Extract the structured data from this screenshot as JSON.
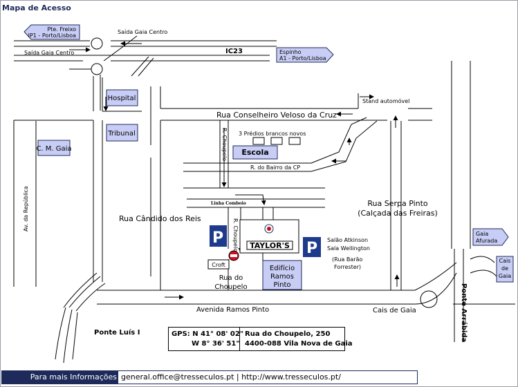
{
  "page_title": "Mapa de Acesso",
  "colors": {
    "sign_fill": "#c8cdf5",
    "sign_border": "#1e2a5a",
    "parking_fill": "#1e3a8c",
    "no_entry": "#d01020",
    "footer_bg": "#1e2a5a"
  },
  "signs": {
    "pte_freixo": [
      "Pte. Freixo",
      "IP1 - Porto/Lisboa"
    ],
    "espinho": [
      "Espinho",
      "A1 - Porto/Lisboa"
    ],
    "gaia_afurada": [
      "Gaia",
      "Afurada"
    ],
    "cais_de_gaia_sign": [
      "Cais",
      "de",
      "Gaia"
    ]
  },
  "places": {
    "hospital": "Hospital",
    "tribunal": "Tribunal",
    "cm_gaia": "C. M. Gaia",
    "escola": "Escola",
    "edificio": [
      "Edifício",
      "Ramos",
      "Pinto"
    ],
    "taylors": "TAYLOR'S"
  },
  "parking_symbol": "P",
  "streets": {
    "saida_gaia_centro_1": "Saída Gaia Centro",
    "saida_gaia_centro_2": "Saída Gaia Centro",
    "ic23": "IC23",
    "stand": "Stand automóvel",
    "conselheiro": "Rua Conselheiro Veloso da Cruz",
    "predios": "3 Prédios brancos novos",
    "r_choupelo_top": "R. Choupelo",
    "bairro_cp": "R. do Bairro da CP",
    "linha_comboio": "Linha Comboio",
    "serpa_pinto": [
      "Rua Serpa Pinto",
      "(Calçada das Freiras)"
    ],
    "candido_reis": "Rua Cândido dos Reis",
    "r_choupelo_mid": "R. Choupelo",
    "salao": [
      "Salão Atkinson",
      "Sala Wellington"
    ],
    "barao_forrester": [
      "(Rua Barão",
      "Forrester)"
    ],
    "croft": "Croft",
    "rua_do_choupelo": [
      "Rua do",
      "Choupelo"
    ],
    "av_republica": "Av. da República",
    "avenida_ramos_pinto": "Avenida Ramos Pinto",
    "cais_de_gaia": "Cais de Gaia",
    "ponte_luis": "Ponte Luís I",
    "ponte_arrabida": "Ponte Arrábida"
  },
  "gps": {
    "lat": "GPS: N 41° 08' 02\"",
    "lon": "W  8° 36' 51\"",
    "address_1": "Rua do Choupelo, 250",
    "address_2": "4400-088 Vila Nova de Gaia"
  },
  "footer": {
    "label": "Para mais Informações",
    "text": "general.office@tresseculos.pt | http://www.tresseculos.pt/"
  }
}
